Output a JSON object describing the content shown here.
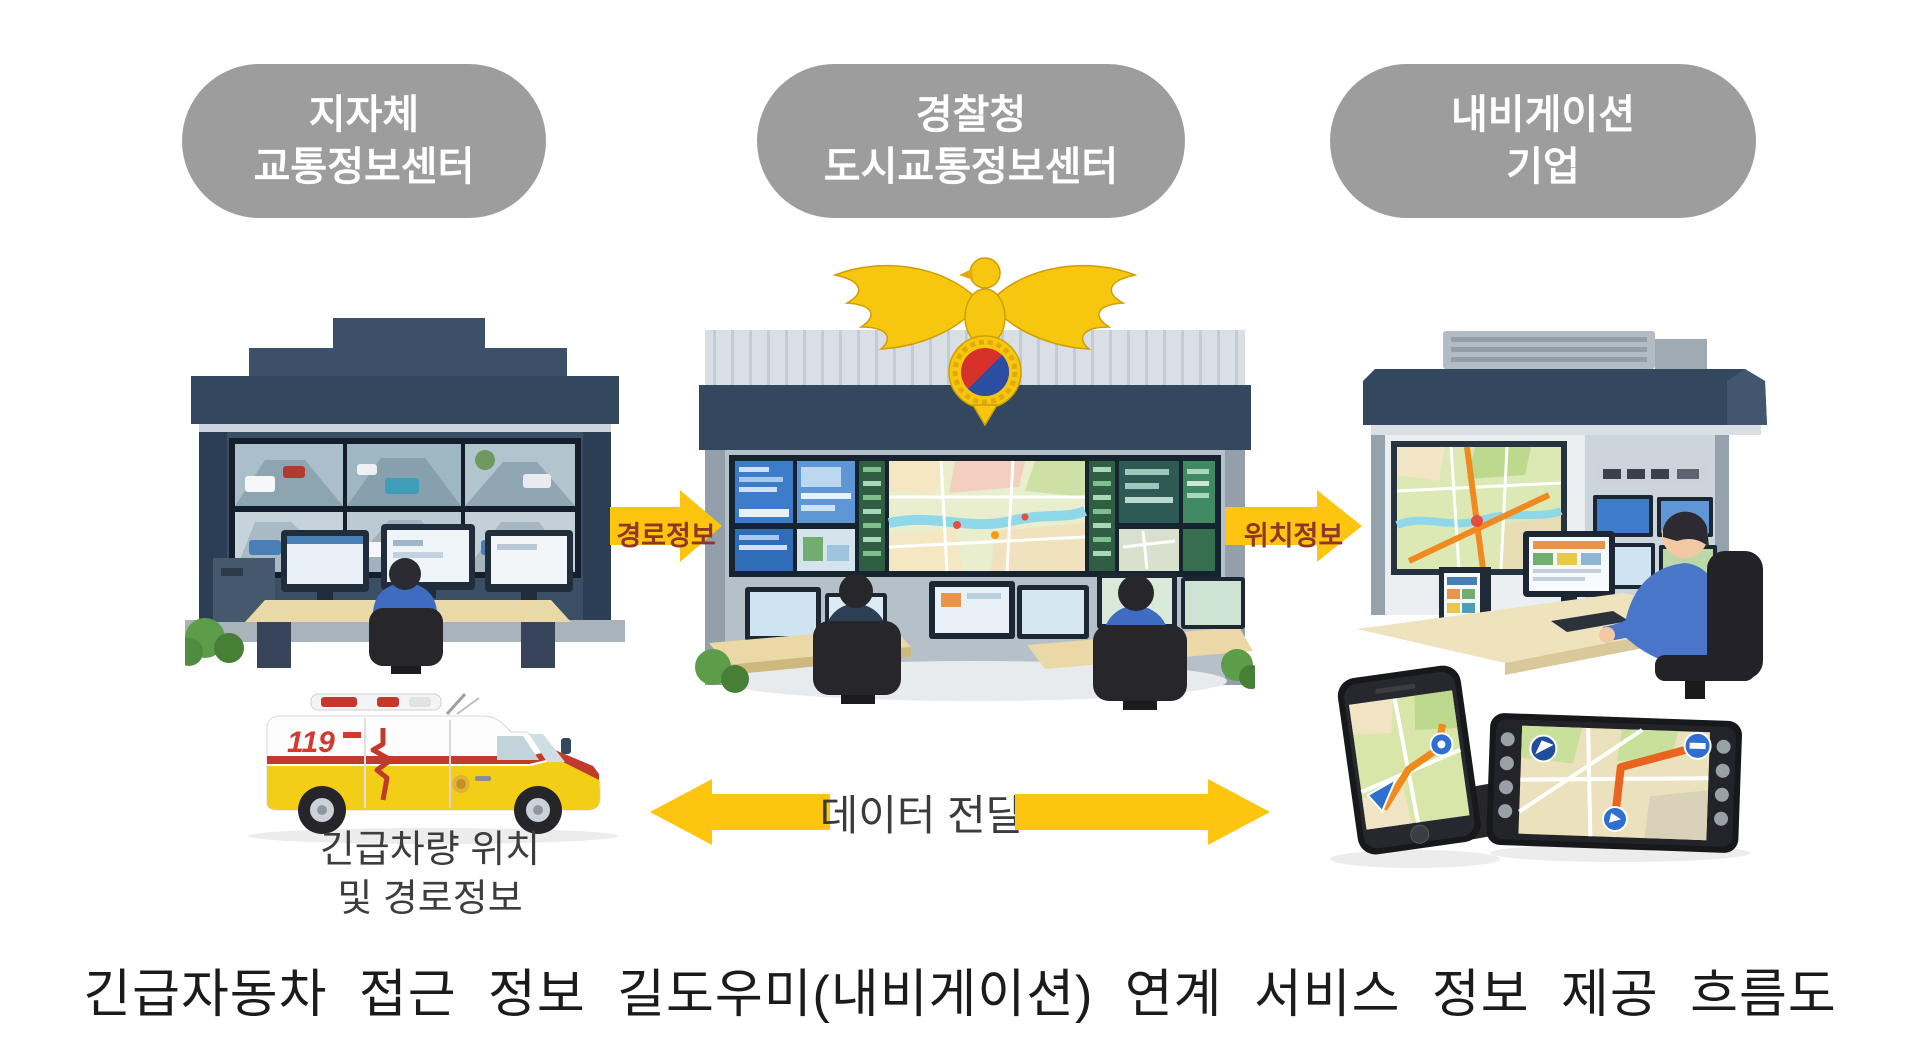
{
  "figure": {
    "caption": "긴급자동차 접근 정보 길도우미(내비게이션) 연계 서비스 정보 제공 흐름도"
  },
  "nodes": {
    "local_center": {
      "line1": "지자체",
      "line2": "교통정보센터"
    },
    "police_center": {
      "line1": "경찰청",
      "line2": "도시교통정보센터"
    },
    "nav_company": {
      "line1": "내비게이션",
      "line2": "기업"
    }
  },
  "flow": {
    "route_info_label": "경로정보",
    "location_info_label": "위치정보",
    "data_transfer_label": "데이터 전달"
  },
  "ambulance": {
    "callout_line1": "긴급차량 위치",
    "callout_line2": "및 경로정보",
    "service_number": "119"
  },
  "colors": {
    "page_bg": "#ffffff",
    "node_bubble_gray": "#9d9d9d",
    "node_text_white": "#ffffff",
    "flow_arrow_yellow": "#fdc50f",
    "flow_label_maroon": "#8f3726",
    "building_navy": "#33475e",
    "ambulance_yellow": "#f2cf16",
    "ambulance_stripe_red": "#c23a2c",
    "caption_text": "#1b1b1b"
  }
}
